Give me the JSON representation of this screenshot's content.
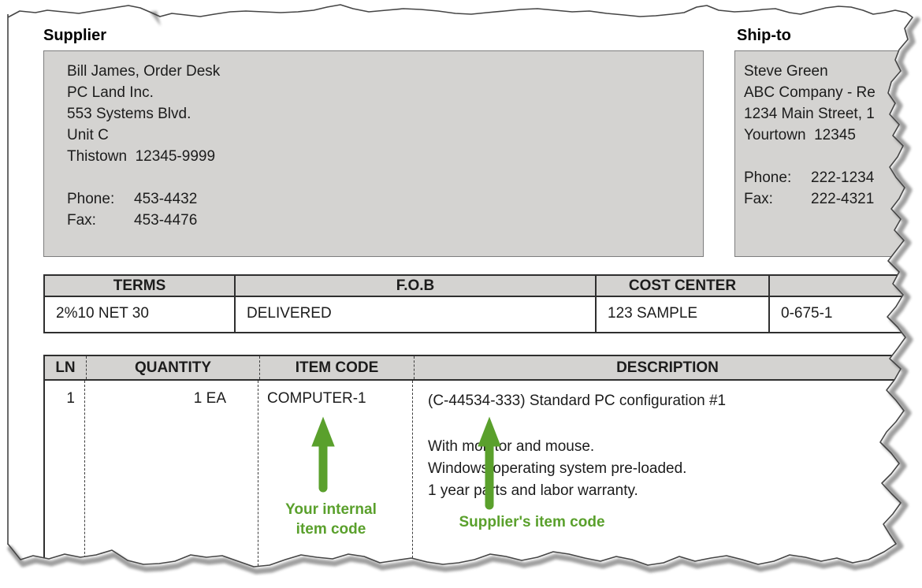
{
  "colors": {
    "green": "#5aa02c",
    "box_gray": "#d4d3d1"
  },
  "supplier": {
    "label": "Supplier",
    "lines": [
      "Bill James, Order Desk",
      "PC Land Inc.",
      "553 Systems Blvd.",
      "Unit C",
      "Thistown  12345-9999"
    ],
    "phone_label": "Phone:",
    "phone": "453-4432",
    "fax_label": "Fax:",
    "fax": "453-4476"
  },
  "ship_to": {
    "label": "Ship-to",
    "lines": [
      "Steve Green",
      "ABC Company - Re",
      "1234 Main Street, 1",
      "Yourtown  12345"
    ],
    "phone_label": "Phone:",
    "phone": "222-1234",
    "fax_label": "Fax:",
    "fax": "222-4321"
  },
  "terms_table": {
    "headers": [
      "TERMS",
      "F.O.B",
      "COST CENTER",
      ""
    ],
    "row": [
      "2%10 NET 30",
      "DELIVERED",
      "123 SAMPLE",
      "0-675-1"
    ]
  },
  "items_table": {
    "headers": [
      "LN",
      "QUANTITY",
      "ITEM CODE",
      "DESCRIPTION"
    ],
    "row": {
      "ln": "1",
      "quantity": "1 EA",
      "item_code": "COMPUTER-1",
      "description_title": "(C-44534-333) Standard PC configuration #1",
      "description_lines": [
        "With monitor and mouse.",
        "Windows operating system pre-loaded.",
        "1 year parts and labor warranty."
      ]
    }
  },
  "annotations": {
    "internal_line1": "Your internal",
    "internal_line2": "item code",
    "supplier_code": "Supplier's item code"
  }
}
